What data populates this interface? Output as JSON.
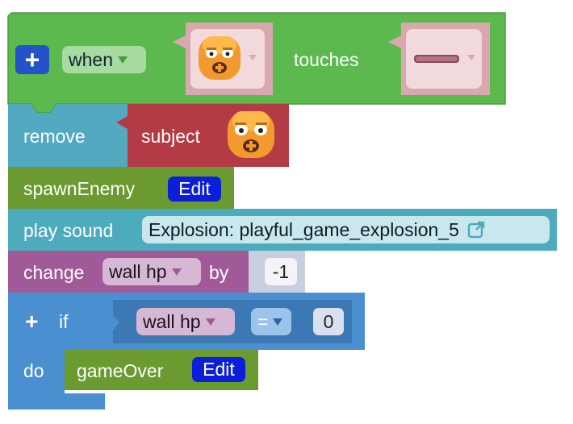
{
  "when_block": {
    "plus_symbol": "+",
    "event_label": "when",
    "subject_icon": "orange-monster-sprite",
    "touches_label": "touches",
    "target_icon": "wall-sprite"
  },
  "remove_block": {
    "label": "remove",
    "subject_label": "subject",
    "subject_icon": "orange-monster-sprite"
  },
  "spawn_block": {
    "label": "spawnEnemy",
    "edit_label": "Edit"
  },
  "sound_block": {
    "label": "play sound",
    "sound_value": "Explosion: playful_game_explosion_5",
    "open_icon": "external-link-icon"
  },
  "change_block": {
    "label": "change",
    "variable": "wall hp",
    "by_label": "by",
    "amount": "-1"
  },
  "if_block": {
    "plus_symbol": "+",
    "if_label": "if",
    "variable": "wall hp",
    "operator": "=",
    "compare_value": "0",
    "do_label": "do"
  },
  "gameover_block": {
    "label": "gameOver",
    "edit_label": "Edit"
  },
  "colors": {
    "event_green": "#5cb94e",
    "remove_teal": "#52a9c0",
    "subject_red": "#b23b45",
    "function_green": "#6a9a30",
    "sound_teal": "#4cabbc",
    "variable_purple": "#a05a98",
    "logic_blue": "#4a8fcf",
    "edit_blue": "#0b1fd8"
  }
}
